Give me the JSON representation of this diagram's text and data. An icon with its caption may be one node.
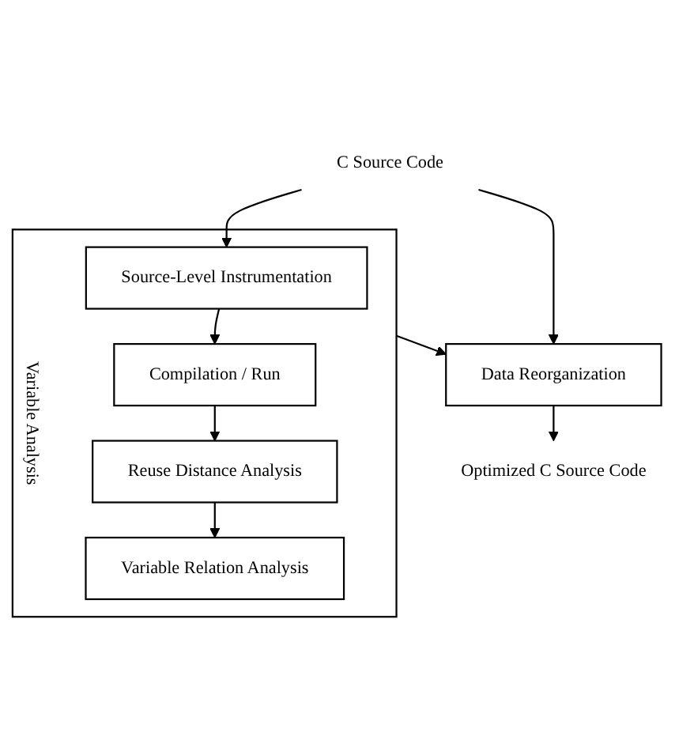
{
  "diagram": {
    "nodes": [
      {
        "text": [
          "C Source Code"
        ]
      },
      {
        "text": [
          "Variable Analysis"
        ]
      },
      {
        "text": [
          "Source-Level Instrumentation"
        ],
        "in": 1
      },
      {
        "text": [
          "Compilation / Run"
        ],
        "in": 1
      },
      {
        "text": [
          "Reuse Distance Analysis"
        ],
        "in": 1
      },
      {
        "text": [
          "Variable Relation Analysis"
        ],
        "in": 1
      },
      {
        "text": [
          "Data Reorganization"
        ]
      },
      {
        "text": [
          "Optimized C Source Code"
        ]
      }
    ],
    "edges": [
      {
        "from": 0,
        "to": 2,
        "arrow": "to"
      },
      {
        "from": 2,
        "to": 3,
        "arrow": "to"
      },
      {
        "from": 3,
        "to": 4,
        "arrow": "to"
      },
      {
        "from": 4,
        "to": 5,
        "arrow": "to"
      },
      {
        "from": 1,
        "to": 6,
        "arrow": "to"
      },
      {
        "from": 0,
        "to": 6,
        "arrow": "to"
      },
      {
        "from": 6,
        "to": 7,
        "arrow": "to"
      }
    ]
  }
}
